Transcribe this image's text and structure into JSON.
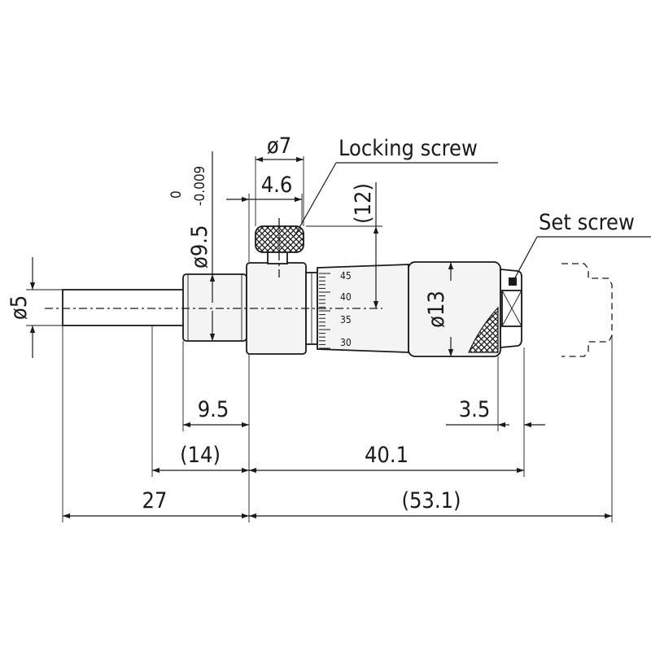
{
  "labels": {
    "locking_screw": "Locking screw",
    "set_screw": "Set screw"
  },
  "dimensions": {
    "dia_spindle": "ø5",
    "dia_stem": "ø9.5",
    "dia_stem_tol_upper": "0",
    "dia_stem_tol_lower": "-0.009",
    "dia_lock": "ø7",
    "lock_width": "4.6",
    "lock_height": "(12)",
    "dia_thimble": "ø13",
    "stem_length": "9.5",
    "spindle_exposed": "(14)",
    "body_length": "40.1",
    "set_screw_offset": "3.5",
    "spindle_travel": "27",
    "overall_length": "(53.1)"
  },
  "sleeve_scale": [
    "45",
    "40",
    "35",
    "30"
  ]
}
